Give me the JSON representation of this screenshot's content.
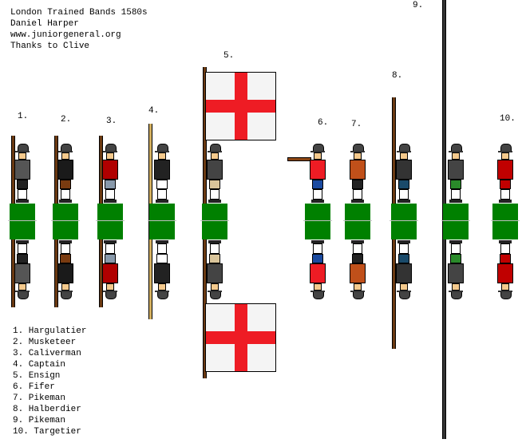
{
  "header": {
    "title": "London Trained Bands 1580s",
    "author": "Daniel Harper",
    "website": "www.juniorgeneral.org",
    "credit": "Thanks to Clive"
  },
  "numbers": [
    "1.",
    "2.",
    "3.",
    "4.",
    "5.",
    "6.",
    "7.",
    "8.",
    "9.",
    "10."
  ],
  "legend": [
    "1. Hargulatier",
    "2. Musketeer",
    "3. Caliverman",
    "4. Captain",
    "5. Ensign",
    "6. Fifer",
    "7. Pikeman",
    "8. Halberdier",
    "9. Pikeman",
    "10. Targetier"
  ],
  "units": [
    {
      "coat": "#555555",
      "breech": "#222222",
      "weapon": true
    },
    {
      "coat": "#1a1a1a",
      "breech": "#7a3b10",
      "weapon": true
    },
    {
      "coat": "#b00000",
      "breech": "#8899aa",
      "weapon": true
    },
    {
      "coat": "#222222",
      "breech": "#ffffff",
      "weapon": false
    },
    {
      "coat": "#444444",
      "breech": "#d9c49a",
      "weapon": false
    },
    {
      "coat": "#ee1c24",
      "breech": "#1a4aa0",
      "weapon": false
    },
    {
      "coat": "#c0501a",
      "breech": "#222222",
      "weapon": false
    },
    {
      "coat": "#333333",
      "breech": "#1a4a6a",
      "weapon": false
    },
    {
      "coat": "#444444",
      "breech": "#2a8a2a",
      "weapon": false
    },
    {
      "coat": "#c00000",
      "breech": "#c00000",
      "weapon": false
    }
  ],
  "colors": {
    "base": "#008000",
    "cross": "#ee1c24",
    "flag": "#f4f4f4"
  }
}
